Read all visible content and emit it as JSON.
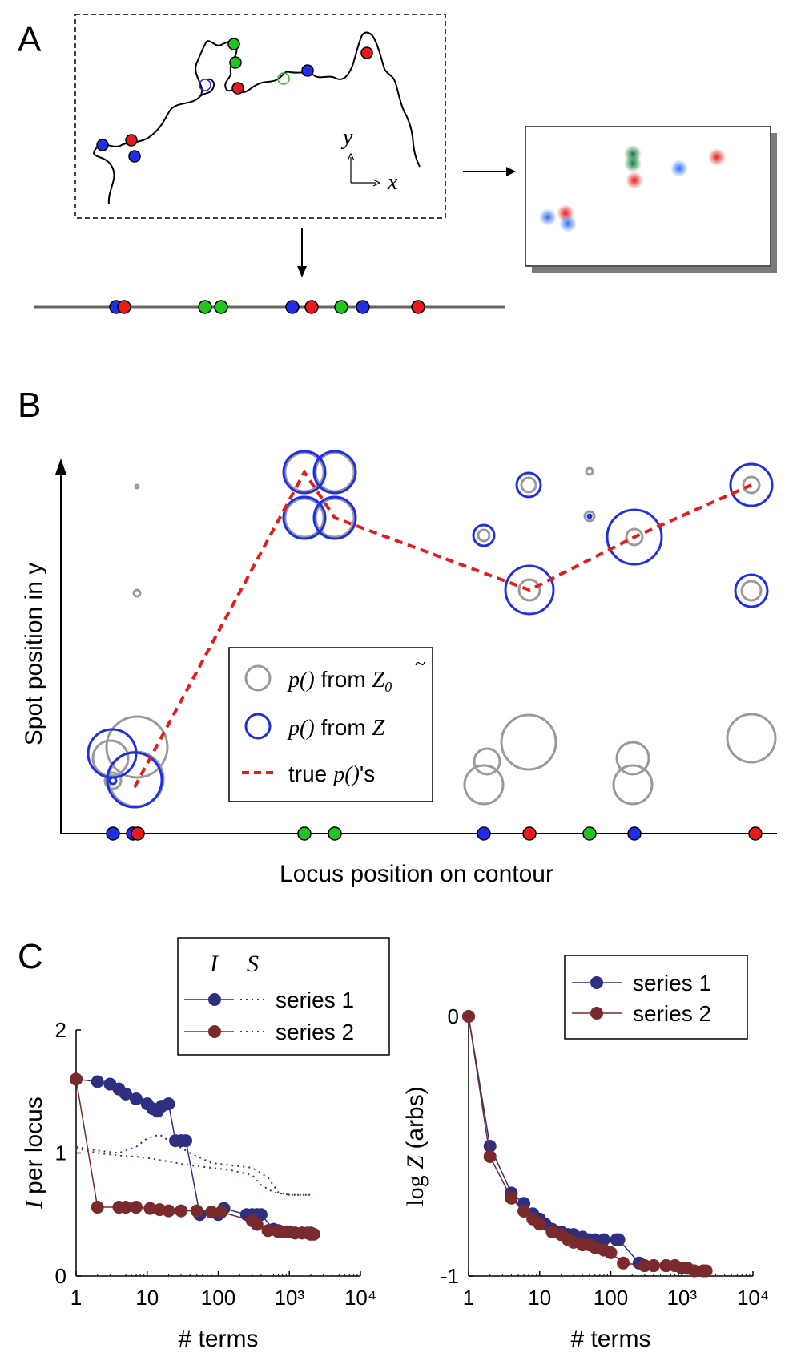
{
  "colors": {
    "blue": "#1f2fe6",
    "red": "#e81b1b",
    "green": "#22c51f",
    "gray": "#9a9a9a",
    "navy": "#2f2f82",
    "maroon": "#7a2a2a",
    "dashed_red": "#e81b1b"
  },
  "panel_a": {
    "label": "A",
    "axis_y": "y",
    "axis_x": "x"
  },
  "panel_b": {
    "label": "B",
    "ylabel": "Spot position in y",
    "xlabel": "Locus position on contour",
    "legend": {
      "item1_pre": "p()",
      "item1_post": "from",
      "item1_sym": "Z",
      "item1_sub": "0",
      "item1_tilde": "~",
      "item2_pre": "p()",
      "item2_post": "from",
      "item2_sym": "Z",
      "item3_pre": "true",
      "item3_sym": "p()",
      "item3_post": "'s"
    }
  },
  "panel_c": {
    "label": "C"
  },
  "chart_data": [
    {
      "type": "line",
      "panel": "C-left",
      "xlabel": "# terms",
      "ylabel_sym": "I",
      "ylabel_rest": "per locus",
      "xscale": "log",
      "xlim": [
        1,
        10000
      ],
      "ylim": [
        0,
        2
      ],
      "xticks": [
        "1",
        "10",
        "100",
        "10³",
        "10⁴"
      ],
      "yticks": [
        "0",
        "1",
        "2"
      ],
      "legend_header": [
        "I",
        "S"
      ],
      "legend_placement": "top-right",
      "series": [
        {
          "name": "series 1",
          "metric": "I",
          "color": "#2f2f82",
          "x": [
            1,
            2,
            3,
            4,
            5,
            7,
            10,
            12,
            14,
            16,
            20,
            25,
            30,
            35,
            55,
            100,
            120,
            250,
            300,
            350,
            400,
            600,
            700,
            800,
            1000,
            1200,
            1500,
            2000
          ],
          "y": [
            1.6,
            1.58,
            1.56,
            1.52,
            1.48,
            1.44,
            1.4,
            1.36,
            1.34,
            1.38,
            1.4,
            1.1,
            1.1,
            1.1,
            0.5,
            0.5,
            0.55,
            0.5,
            0.5,
            0.5,
            0.5,
            0.38,
            0.37,
            0.36,
            0.36,
            0.35,
            0.35,
            0.35
          ]
        },
        {
          "name": "series 2",
          "metric": "I",
          "color": "#7a2a2a",
          "x": [
            1,
            2,
            4,
            5,
            7,
            11,
            15,
            20,
            30,
            50,
            80,
            110,
            300,
            350,
            500,
            700,
            900,
            1200,
            1500,
            1800,
            2000,
            2200
          ],
          "y": [
            1.6,
            0.56,
            0.56,
            0.56,
            0.56,
            0.55,
            0.54,
            0.53,
            0.53,
            0.53,
            0.52,
            0.52,
            0.45,
            0.42,
            0.37,
            0.36,
            0.36,
            0.35,
            0.35,
            0.35,
            0.34,
            0.34
          ]
        },
        {
          "name": "series 1",
          "metric": "S",
          "dashed": true,
          "color": "#2f2f82",
          "x": [
            1,
            2,
            4,
            7,
            10,
            15,
            20,
            40,
            80,
            150,
            300,
            500,
            700,
            1000,
            1500,
            2000
          ],
          "y": [
            1.05,
            1.02,
            1.0,
            1.05,
            1.12,
            1.15,
            1.1,
            1.0,
            0.92,
            0.9,
            0.88,
            0.8,
            0.68,
            0.66,
            0.66,
            0.66
          ]
        },
        {
          "name": "series 2",
          "metric": "S",
          "dashed": true,
          "color": "#7a2a2a",
          "x": [
            1,
            2,
            4,
            7,
            10,
            20,
            40,
            80,
            150,
            300,
            400,
            600,
            1000,
            2000
          ],
          "y": [
            1.04,
            1.0,
            0.98,
            0.97,
            0.96,
            0.93,
            0.9,
            0.88,
            0.86,
            0.82,
            0.74,
            0.68,
            0.66,
            0.66
          ]
        }
      ]
    },
    {
      "type": "line",
      "panel": "C-right",
      "xlabel": "# terms",
      "ylabel_pre": "log",
      "ylabel_sym": "Z",
      "ylabel_post": "(arbs)",
      "xscale": "log",
      "xlim": [
        1,
        10000
      ],
      "ylim": [
        -1,
        0
      ],
      "xticks": [
        "1",
        "10",
        "100",
        "10³",
        "10⁴"
      ],
      "yticks": [
        "0",
        "-1"
      ],
      "legend_placement": "top-right",
      "series": [
        {
          "name": "series 1",
          "color": "#2f2f82",
          "x": [
            1,
            2,
            4,
            6,
            8,
            10,
            12,
            15,
            20,
            25,
            30,
            40,
            50,
            60,
            80,
            120,
            130,
            250,
            300,
            400,
            600,
            800,
            1000,
            1200,
            1500,
            2000
          ],
          "y": [
            0,
            -0.5,
            -0.68,
            -0.72,
            -0.76,
            -0.78,
            -0.8,
            -0.82,
            -0.83,
            -0.84,
            -0.84,
            -0.85,
            -0.86,
            -0.86,
            -0.86,
            -0.86,
            -0.86,
            -0.95,
            -0.96,
            -0.96,
            -0.96,
            -0.96,
            -0.97,
            -0.97,
            -0.98,
            -0.98
          ]
        },
        {
          "name": "series 2",
          "color": "#7a2a2a",
          "x": [
            1,
            2,
            4,
            6,
            8,
            10,
            15,
            20,
            25,
            30,
            40,
            50,
            60,
            80,
            100,
            150,
            300,
            400,
            600,
            800,
            1000,
            1200,
            1500,
            2000,
            2200
          ],
          "y": [
            0,
            -0.54,
            -0.7,
            -0.75,
            -0.78,
            -0.8,
            -0.83,
            -0.84,
            -0.86,
            -0.87,
            -0.88,
            -0.88,
            -0.89,
            -0.9,
            -0.91,
            -0.95,
            -0.96,
            -0.96,
            -0.96,
            -0.96,
            -0.97,
            -0.97,
            -0.98,
            -0.98,
            -0.98
          ]
        }
      ]
    }
  ]
}
